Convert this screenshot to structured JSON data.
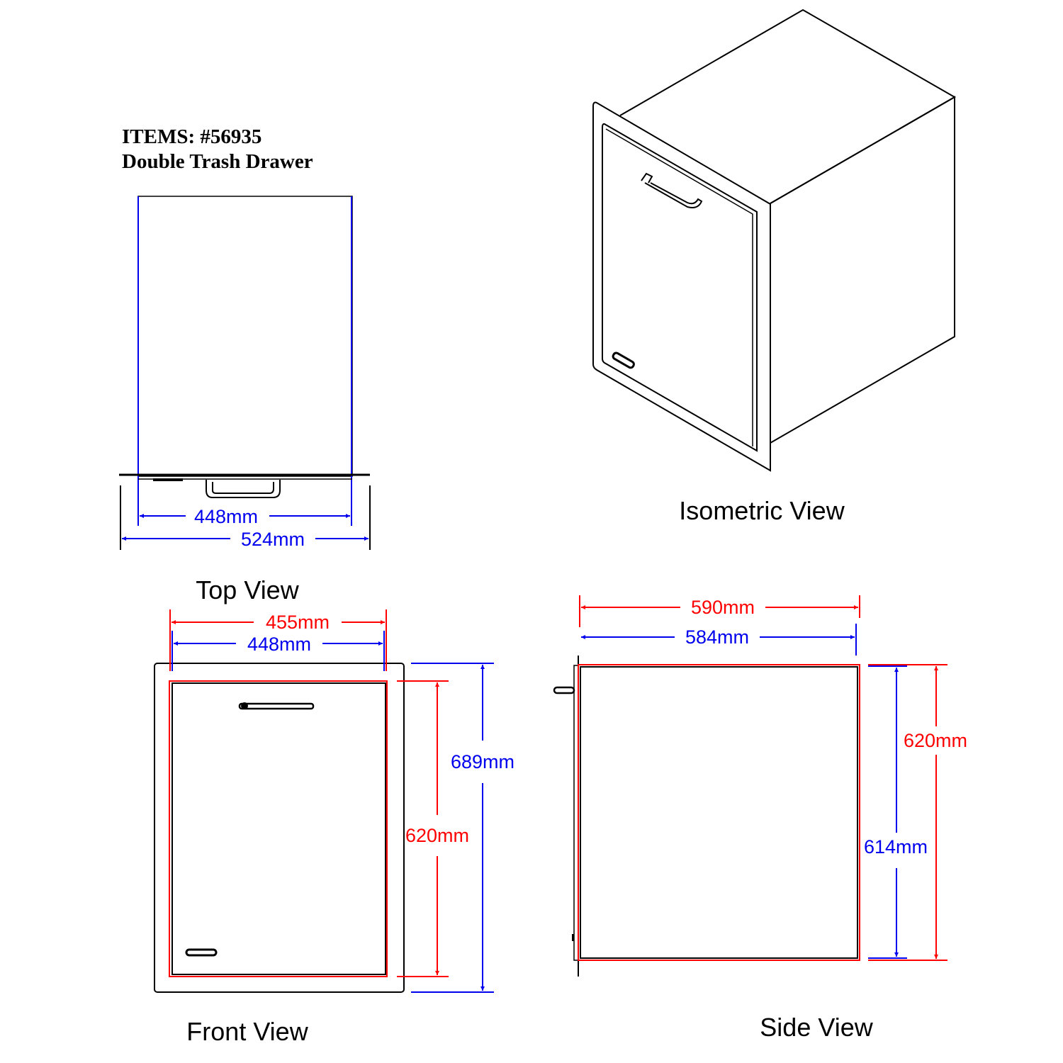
{
  "title": {
    "line1": "ITEMS:  #56935",
    "line2": "Double Trash Drawer"
  },
  "colors": {
    "red": "#ff0000",
    "blue": "#0000ee",
    "line": "#000000"
  },
  "top_view": {
    "label": "Top View",
    "dim_inner": "448mm",
    "dim_outer": "524mm"
  },
  "isometric_view": {
    "label": "Isometric View"
  },
  "front_view": {
    "label": "Front View",
    "dim_width_outer": "455mm",
    "dim_width_inner": "448mm",
    "dim_height_door": "620mm",
    "dim_height_frame": "689mm"
  },
  "side_view": {
    "label": "Side View",
    "dim_depth_outer": "590mm",
    "dim_depth_inner": "584mm",
    "dim_height_outer": "620mm",
    "dim_height_inner": "614mm"
  }
}
